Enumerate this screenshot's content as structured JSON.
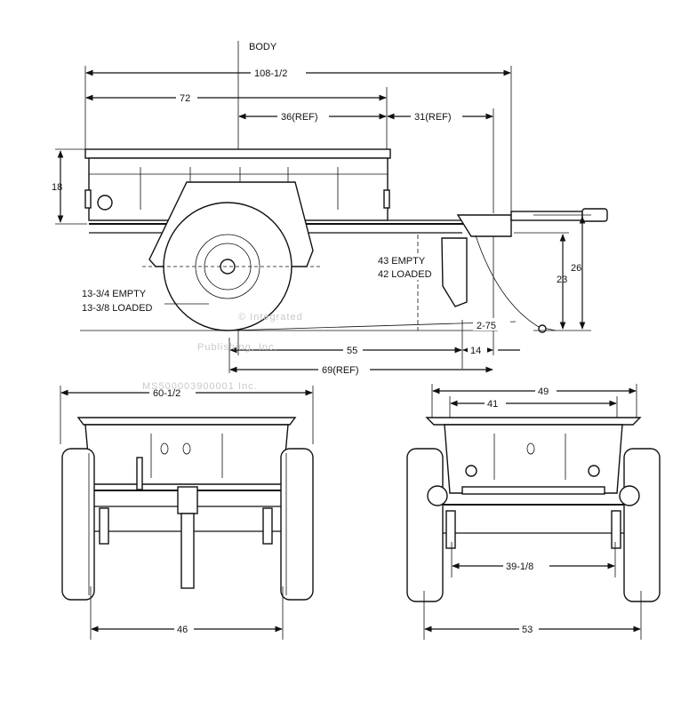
{
  "side_view": {
    "body_label": "BODY",
    "overall_length": "108-1/2",
    "body_length": "72",
    "axle_to_body_front": "36(REF)",
    "body_front_to_hitch": "31(REF)",
    "body_height": "18",
    "height_empty": "43 EMPTY",
    "height_loaded": "42 LOADED",
    "dim_23": "23",
    "dim_26": "26",
    "clearance_empty": "13-3/4 EMPTY",
    "clearance_loaded": "13-3/8 LOADED",
    "angle": "2-75",
    "axle_to_stand": "55",
    "stand_to_hitch": "14",
    "axle_to_hitch": "69(REF)"
  },
  "rear_view": {
    "overall_width": "60-1/2",
    "track": "46"
  },
  "front_view": {
    "overall_width": "49",
    "body_width": "41",
    "inner_width": "39-1/8",
    "tire_width": "53"
  },
  "watermark": {
    "line1": "© Integrated",
    "line2": "Publishing, Inc.",
    "line3": "MS500003900001 Inc."
  }
}
